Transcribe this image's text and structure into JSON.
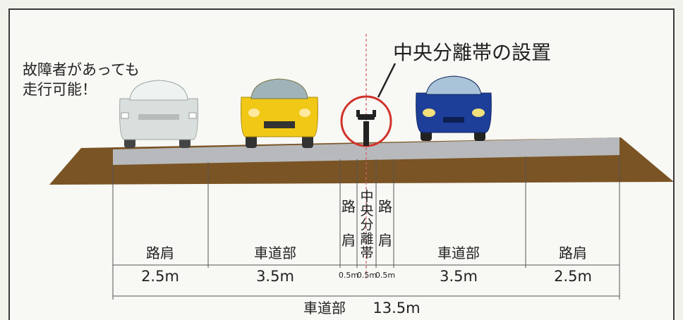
{
  "callout": {
    "median": "中央分離帯の設置",
    "note_line1": "故障者があっても",
    "note_line2": "走行可能！"
  },
  "segments": [
    {
      "label": "路肩",
      "width": "2.5m"
    },
    {
      "label": "車道部",
      "width": "3.5m"
    },
    {
      "label_chars": [
        "路",
        "肩"
      ],
      "width": "0.5m"
    },
    {
      "label_chars": [
        "中",
        "央",
        "分",
        "離",
        "帯"
      ],
      "width": "0.5m"
    },
    {
      "label_chars": [
        "路",
        "肩"
      ],
      "width": "0.5m"
    },
    {
      "label": "車道部",
      "width": "3.5m"
    },
    {
      "label": "路肩",
      "width": "2.5m"
    }
  ],
  "total": {
    "label": "車道部",
    "width": "13.5m"
  },
  "colors": {
    "earth": "#7a5424",
    "asphalt": "#b7b9bc",
    "car_white": "#d9dfdc",
    "car_yellow": "#f2c816",
    "car_blue": "#1d3f9a",
    "circle": "#d2312a"
  }
}
